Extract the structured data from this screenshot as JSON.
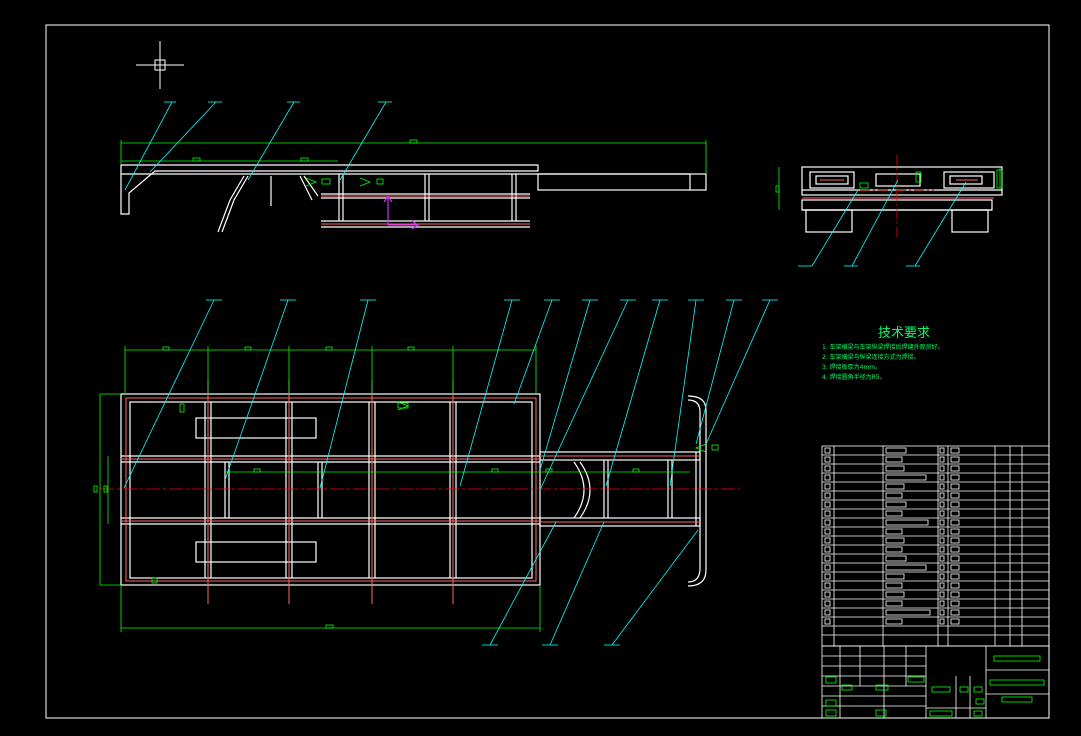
{
  "technical_requirements": {
    "title": "技术要求",
    "items": [
      "1. 车架横梁与车架纵梁焊接后焊缝外观良好。",
      "2. 车架横梁与纵梁连接方式为焊接。",
      "3. 焊接板厚为4mm。",
      "4. 焊接圆角半径为R5。"
    ]
  },
  "colors": {
    "background": "#000000",
    "outline": "#ffffff",
    "section": "#ff6666",
    "centerline": "#ff0000",
    "leader": "#00ffff",
    "dimension": "#00ff00",
    "axis": "#cc33ff"
  },
  "icons": [
    "crosshair-icon",
    "ucs-axis-icon"
  ]
}
